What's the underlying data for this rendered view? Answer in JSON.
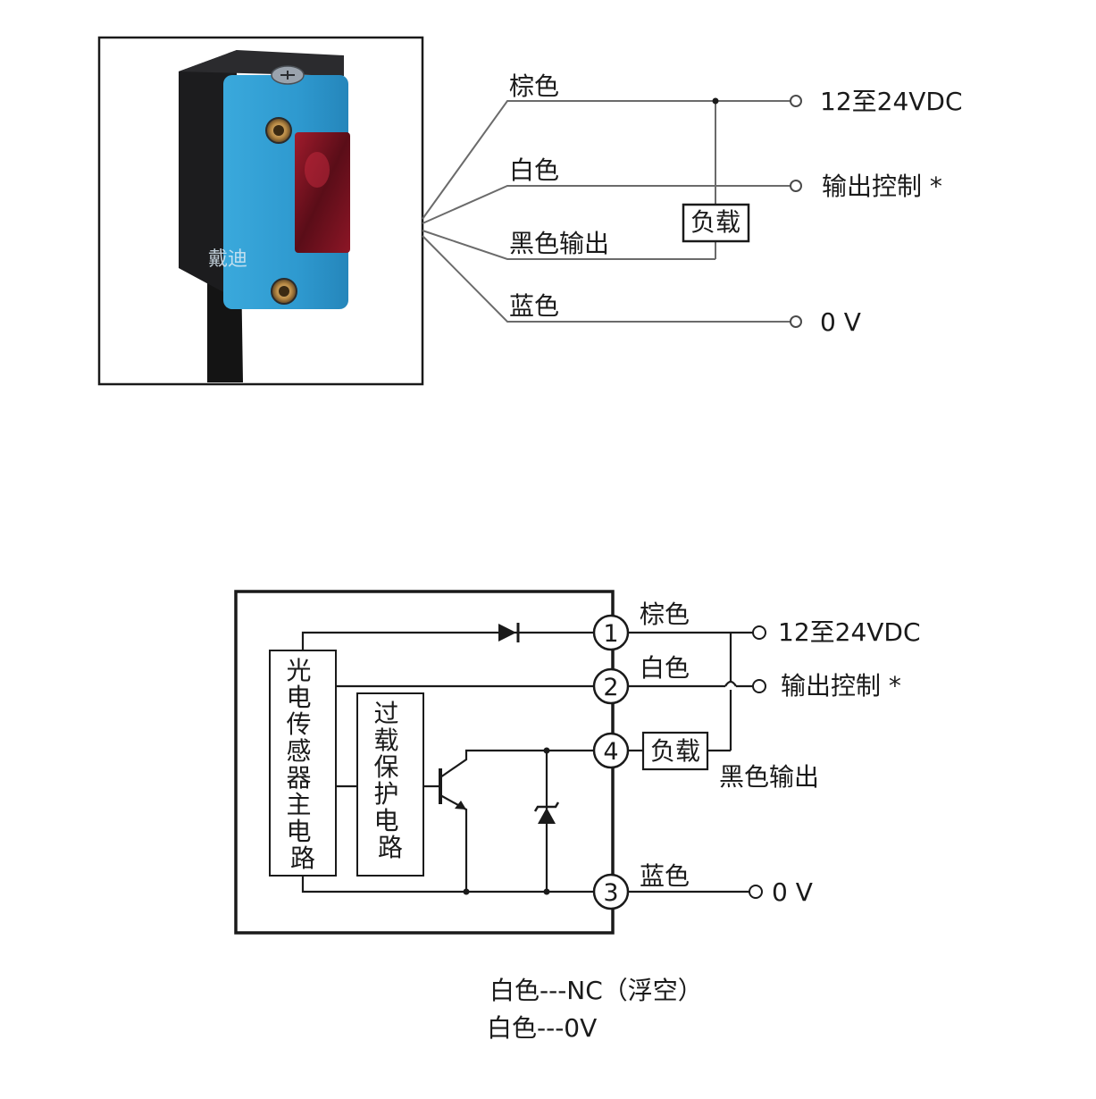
{
  "top_wiring": {
    "watermark": "戴迪",
    "wire_labels": [
      "棕色",
      "白色",
      "黑色输出",
      "蓝色"
    ],
    "load_label": "负载",
    "terminals": [
      "12至24VDC",
      "输出控制 *",
      "0 V"
    ]
  },
  "schematic": {
    "main_circuit_label": "光电传感器主电路",
    "protection_label": "过载保护电路",
    "pins": [
      "1",
      "2",
      "4",
      "3"
    ],
    "wire_labels": [
      "棕色",
      "白色",
      "蓝色"
    ],
    "load_label": "负载",
    "black_output_label": "黑色输出",
    "terminals": [
      "12至24VDC",
      "输出控制 *",
      "0 V"
    ]
  },
  "notes": [
    "白色---NC（浮空）",
    "白色---0V"
  ],
  "colors": {
    "sensor_body": "#2f9fd6",
    "sensor_side": "#1c1c1e",
    "lens": "#7a1420",
    "line": "#1a1a1a",
    "wire_gray": "#6b6b6b"
  }
}
